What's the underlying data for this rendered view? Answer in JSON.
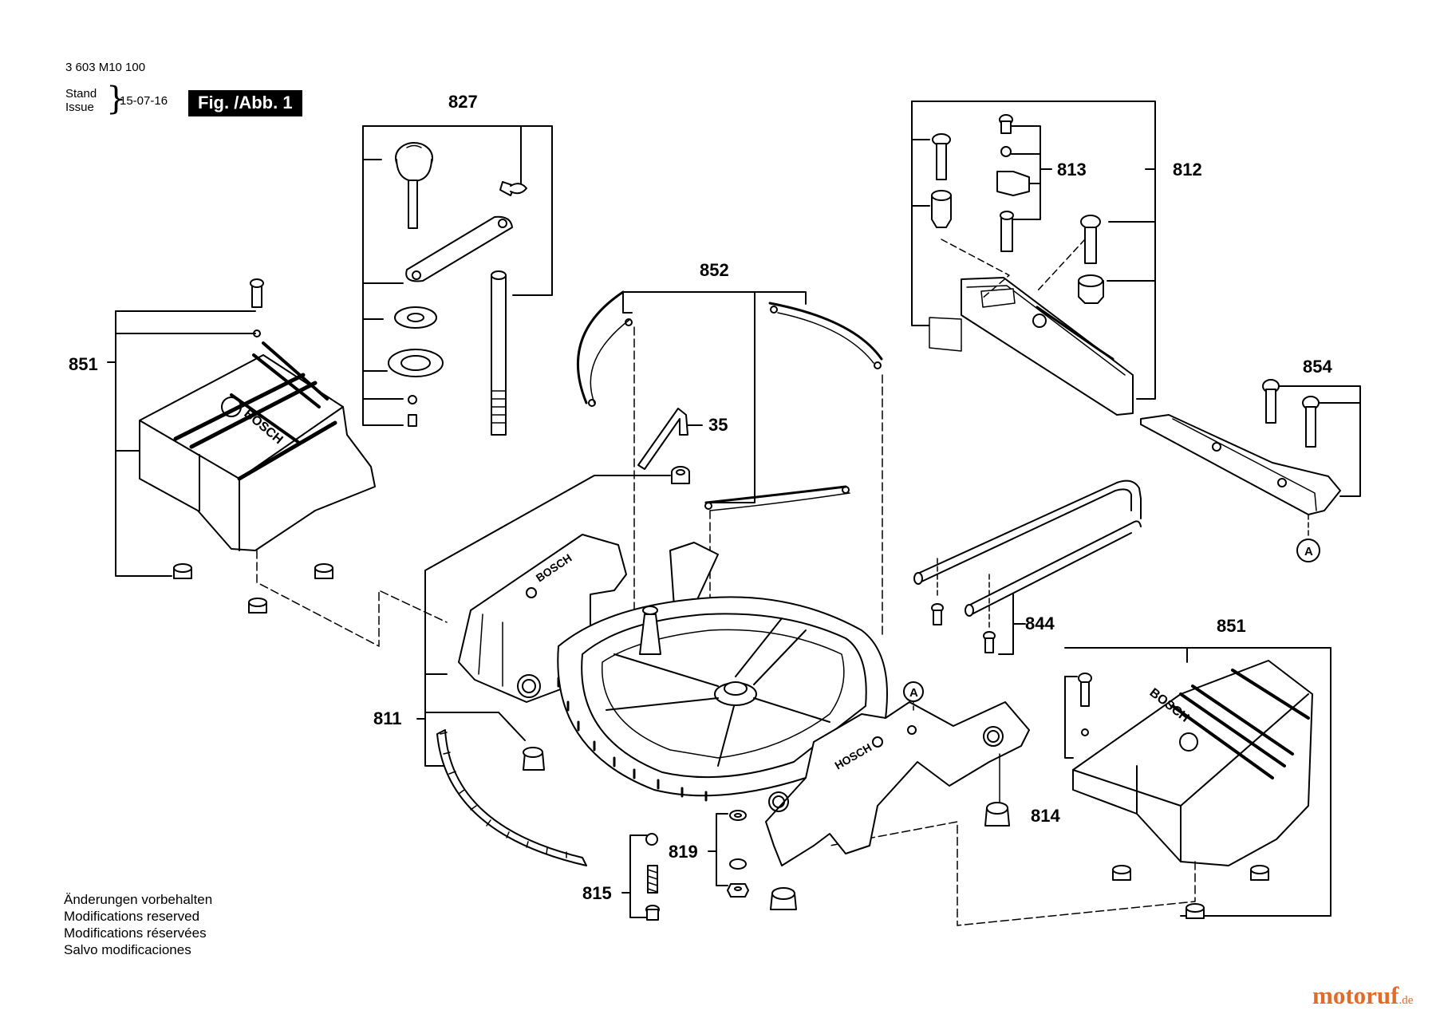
{
  "header": {
    "doc_number": "3 603 M10 100",
    "stand_label": "Stand",
    "issue_label": "Issue",
    "date": "15-07-16",
    "figure": "Fig. /Abb. 1"
  },
  "footer": {
    "notes": [
      "Änderungen vorbehalten",
      "Modifications reserved",
      "Modifications réservées",
      "Salvo modificaciones"
    ],
    "logo_text": "motoruf",
    "logo_suffix": ".de",
    "logo_color": "#e06b2a"
  },
  "parts": {
    "p827": "827",
    "p852": "852",
    "p851a": "851",
    "p851b": "851",
    "p35": "35",
    "p812": "812",
    "p813": "813",
    "p854": "854",
    "p844": "844",
    "p811": "811",
    "p814": "814",
    "p819": "819",
    "p815": "815"
  },
  "callouts": {
    "a1": "A",
    "a2": "A"
  }
}
